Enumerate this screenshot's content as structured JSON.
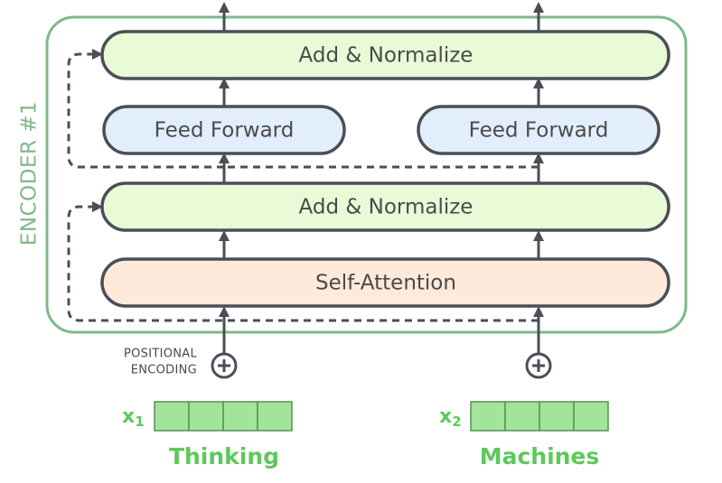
{
  "encoder": {
    "label": "ENCODER #1",
    "frame_color": "#7fb88a"
  },
  "blocks": {
    "add_normalize_top": "Add & Normalize",
    "feed_forward_left": "Feed Forward",
    "feed_forward_right": "Feed Forward",
    "add_normalize_bottom": "Add & Normalize",
    "self_attention": "Self-Attention"
  },
  "positional_encoding": {
    "line1": "POSITIONAL",
    "line2": "ENCODING",
    "symbol": "⊕"
  },
  "inputs": [
    {
      "var": "x",
      "sub": "1",
      "word": "Thinking",
      "cells": 4
    },
    {
      "var": "x",
      "sub": "2",
      "word": "Machines",
      "cells": 4
    }
  ],
  "colors": {
    "add_normalize_fill": "#e8fbd6",
    "feed_forward_fill": "#e2eefb",
    "self_attention_fill": "#fdeada",
    "block_stroke": "#4a4f57",
    "vector_fill": "#a3e49b",
    "vector_stroke": "#5a8f57",
    "word_color": "#5ec95a",
    "arrow_color": "#4a4f57"
  }
}
